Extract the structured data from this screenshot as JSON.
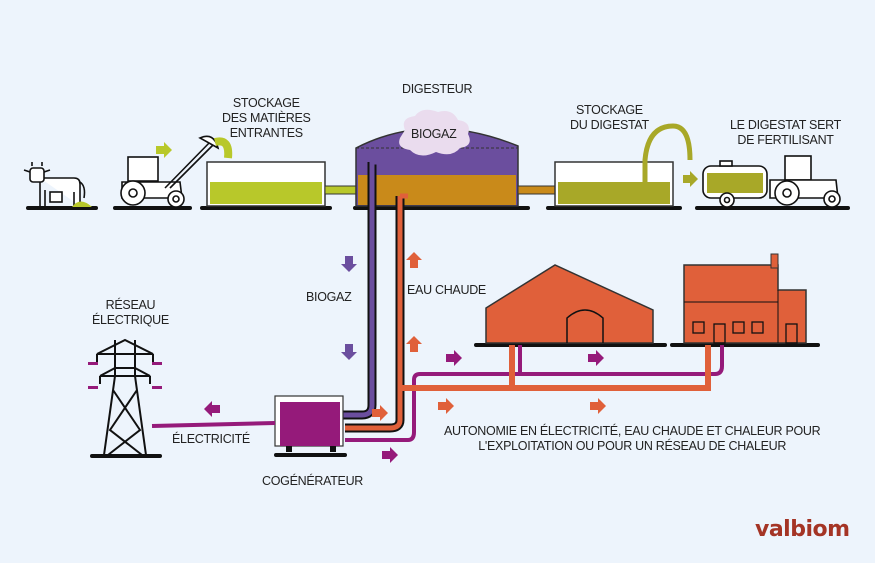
{
  "labels": {
    "storage_inputs": [
      "STOCKAGE",
      "DES MATIÈRES",
      "ENTRANTES"
    ],
    "digester": "DIGESTEUR",
    "biogas_cloud": "BIOGAZ",
    "storage_digestate": [
      "STOCKAGE",
      "DU DIGESTAT"
    ],
    "fertilizer": [
      "LE DIGESTAT SERT",
      "DE FERTILISANT"
    ],
    "biogas_pipe": "BIOGAZ",
    "hot_water": "EAU CHAUDE",
    "grid": [
      "RÉSEAU",
      "ÉLECTRIQUE"
    ],
    "electricity": "ÉLECTRICITÉ",
    "cogenerator": "COGÉNÉRATEUR",
    "autonomy": [
      "AUTONOMIE EN ÉLECTRICITÉ, EAU CHAUDE ET CHALEUR POUR",
      "L'EXPLOITATION OU POUR UN RÉSEAU DE CHALEUR"
    ]
  },
  "brand": {
    "name": "valbiom",
    "color": "#a43425"
  },
  "colors": {
    "background": "#edf4fc",
    "lime": "#b8c82a",
    "olive": "#a8a828",
    "purple_gas": "#6b4e9e",
    "digestate_brown": "#c98a1a",
    "orange_water": "#e0603a",
    "magenta_electric": "#951a7a",
    "building": "#e0603a",
    "cloud": "#eadcee"
  }
}
